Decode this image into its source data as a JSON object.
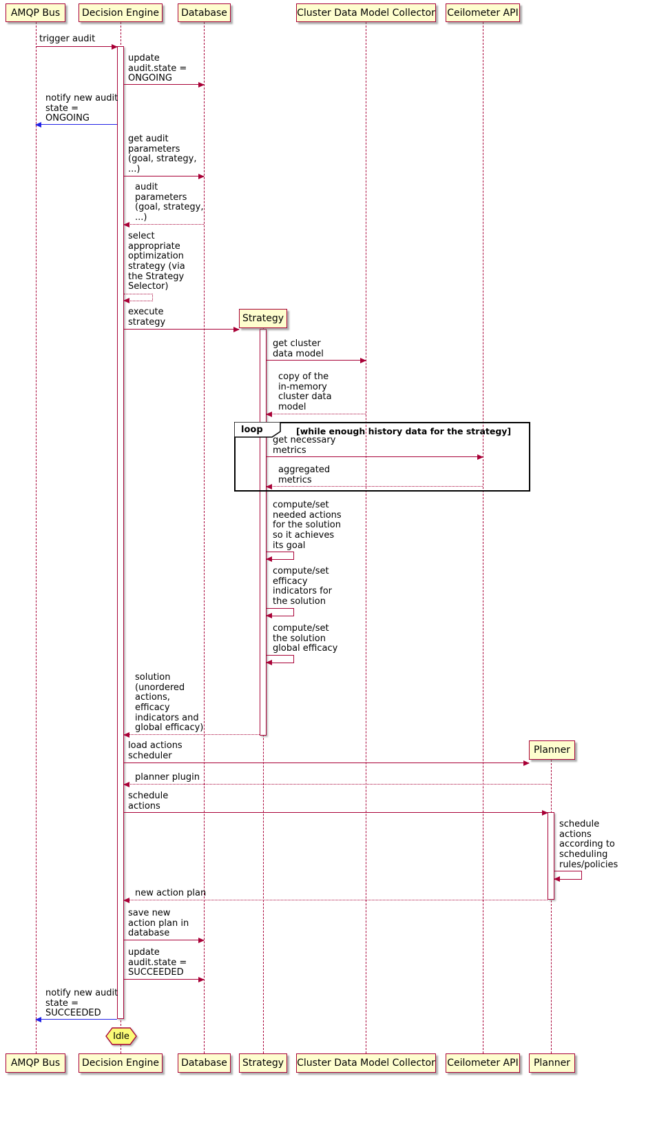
{
  "diagram": {
    "type": "sequence",
    "participants": [
      {
        "name": "AMQP Bus"
      },
      {
        "name": "Decision Engine"
      },
      {
        "name": "Database"
      },
      {
        "name": "Strategy"
      },
      {
        "name": "Cluster Data Model Collector"
      },
      {
        "name": "Ceilometer API"
      },
      {
        "name": "Planner"
      }
    ],
    "loop": {
      "keyword": "loop",
      "condition": "[while enough history data for the strategy]"
    },
    "terminal": {
      "label": "Idle"
    },
    "colors": {
      "participant_fill": "#FEFECE",
      "line": "#A80036",
      "frame_border": "#000000",
      "blue_message": "#2222E6",
      "terminal_fill": "#FBFB77"
    },
    "messages": [
      {
        "text": "trigger audit",
        "from": "AMQP Bus",
        "to": "Decision Engine",
        "style": "solid"
      },
      {
        "text": "update\naudit.state =\nONGOING",
        "from": "Decision Engine",
        "to": "Database",
        "style": "solid"
      },
      {
        "text": "notify new audit\nstate =\nONGOING",
        "from": "Decision Engine",
        "to": "AMQP Bus",
        "style": "solid-blue"
      },
      {
        "text": "get audit\nparameters\n(goal, strategy,\n...)",
        "from": "Decision Engine",
        "to": "Database",
        "style": "solid"
      },
      {
        "text": "audit\nparameters\n(goal, strategy,\n...)",
        "from": "Database",
        "to": "Decision Engine",
        "style": "dotted"
      },
      {
        "text": "select\nappropriate\noptimization\nstrategy (via\nthe Strategy\nSelector)",
        "from": "Decision Engine",
        "to": "Decision Engine",
        "style": "dotted-self"
      },
      {
        "text": "execute\nstrategy",
        "from": "Decision Engine",
        "to": "Strategy",
        "style": "solid-create"
      },
      {
        "text": "get cluster\ndata model",
        "from": "Strategy",
        "to": "Cluster Data Model Collector",
        "style": "solid"
      },
      {
        "text": "copy of the\nin-memory\ncluster data\nmodel",
        "from": "Cluster Data Model Collector",
        "to": "Strategy",
        "style": "dotted"
      },
      {
        "text": "get necessary\nmetrics",
        "from": "Strategy",
        "to": "Ceilometer API",
        "style": "solid"
      },
      {
        "text": "aggregated\nmetrics",
        "from": "Ceilometer API",
        "to": "Strategy",
        "style": "dotted"
      },
      {
        "text": "compute/set\nneeded actions\nfor the solution\nso it achieves\nits goal",
        "from": "Strategy",
        "to": "Strategy",
        "style": "solid-self"
      },
      {
        "text": "compute/set\nefficacy\nindicators for\nthe solution",
        "from": "Strategy",
        "to": "Strategy",
        "style": "solid-self"
      },
      {
        "text": "compute/set\nthe solution\nglobal efficacy",
        "from": "Strategy",
        "to": "Strategy",
        "style": "solid-self"
      },
      {
        "text": "solution\n(unordered\nactions,\nefficacy\nindicators and\nglobal efficacy)",
        "from": "Strategy",
        "to": "Decision Engine",
        "style": "dotted"
      },
      {
        "text": "load actions\nscheduler",
        "from": "Decision Engine",
        "to": "Planner",
        "style": "solid-create"
      },
      {
        "text": "planner plugin",
        "from": "Planner",
        "to": "Decision Engine",
        "style": "dotted"
      },
      {
        "text": "schedule\nactions",
        "from": "Decision Engine",
        "to": "Planner",
        "style": "solid"
      },
      {
        "text": "schedule\nactions\naccording to\nscheduling\nrules/policies",
        "from": "Planner",
        "to": "Planner",
        "style": "solid-self"
      },
      {
        "text": "new action plan",
        "from": "Planner",
        "to": "Decision Engine",
        "style": "dotted"
      },
      {
        "text": "save new\naction plan in\ndatabase",
        "from": "Decision Engine",
        "to": "Database",
        "style": "solid"
      },
      {
        "text": "update\naudit.state =\nSUCCEEDED",
        "from": "Decision Engine",
        "to": "Database",
        "style": "solid"
      },
      {
        "text": "notify new audit\nstate =\nSUCCEEDED",
        "from": "Decision Engine",
        "to": "AMQP Bus",
        "style": "solid-blue"
      }
    ]
  }
}
